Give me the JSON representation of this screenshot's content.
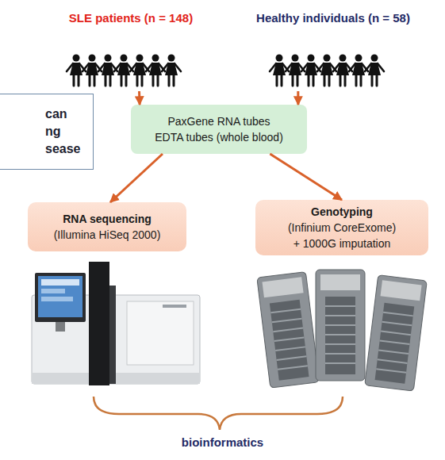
{
  "diagram": {
    "nodes": [
      {
        "text": [
          "SLE patients (n = 148)"
        ]
      },
      {
        "text": [
          "Healthy individuals (n = 58)"
        ]
      },
      {
        "text": [
          "can ng sease"
        ]
      },
      {
        "text": [
          "PaxGene RNA tubes",
          "EDTA tubes (whole blood)"
        ]
      },
      {
        "text": [
          "RNA sequencing",
          "(Illumina HiSeq 2000)"
        ]
      },
      {
        "text": [
          "Genotyping",
          "(Infinium CoreExome)",
          "+ 1000G imputation"
        ]
      }
    ],
    "edges": [
      {
        "from": 0,
        "to": 3,
        "arrow": "to"
      },
      {
        "from": 1,
        "to": 3,
        "arrow": "to"
      },
      {
        "from": 3,
        "to": 4,
        "arrow": "to"
      },
      {
        "from": 3,
        "to": 5,
        "arrow": "to"
      }
    ],
    "labels": [
      "bioinformatics"
    ]
  }
}
